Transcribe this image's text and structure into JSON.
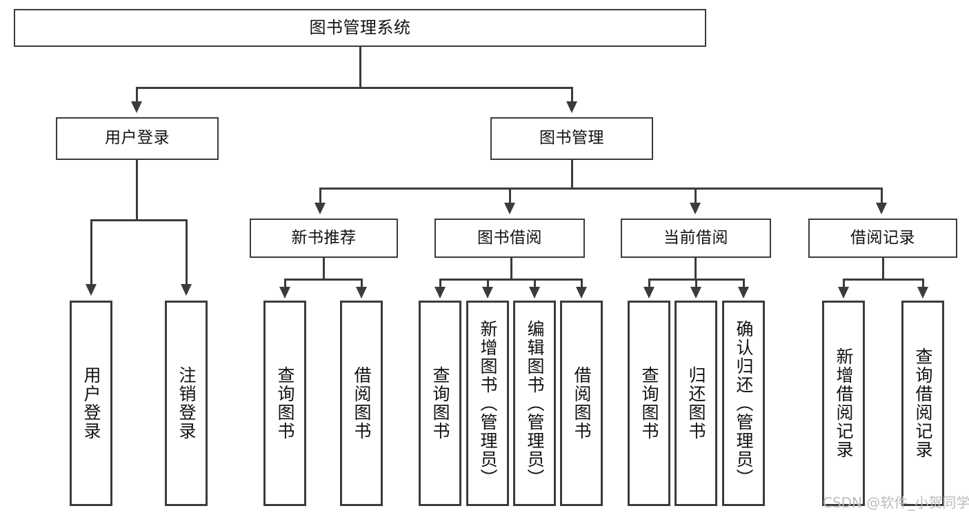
{
  "diagram": {
    "title": "图书管理系统",
    "type": "hierarchy-tree",
    "watermark": "CSDN @软件_小贺同学",
    "colors": {
      "stroke": "#3b3b3b",
      "fill": "#ffffff",
      "text": "#111111",
      "watermark": "#b9b9b9"
    },
    "root": {
      "label": "图书管理系统"
    },
    "level1": [
      {
        "label": "用户登录"
      },
      {
        "label": "图书管理"
      }
    ],
    "level2": [
      {
        "label": "新书推荐"
      },
      {
        "label": "图书借阅"
      },
      {
        "label": "当前借阅"
      },
      {
        "label": "借阅记录"
      }
    ],
    "leaves": {
      "user_login": [
        {
          "label": "用户登录"
        },
        {
          "label": "注销登录"
        }
      ],
      "new_book": [
        {
          "label": "查询图书"
        },
        {
          "label": "借阅图书"
        }
      ],
      "book_borrow": [
        {
          "label": "查询图书"
        },
        {
          "label": "新增图书（管理员）"
        },
        {
          "label": "编辑图书（管理员）"
        },
        {
          "label": "借阅图书"
        }
      ],
      "current_borrow": [
        {
          "label": "查询图书"
        },
        {
          "label": "归还图书"
        },
        {
          "label": "确认归还（管理员）"
        }
      ],
      "borrow_record": [
        {
          "label": "新增借阅记录"
        },
        {
          "label": "查询借阅记录"
        }
      ]
    }
  }
}
